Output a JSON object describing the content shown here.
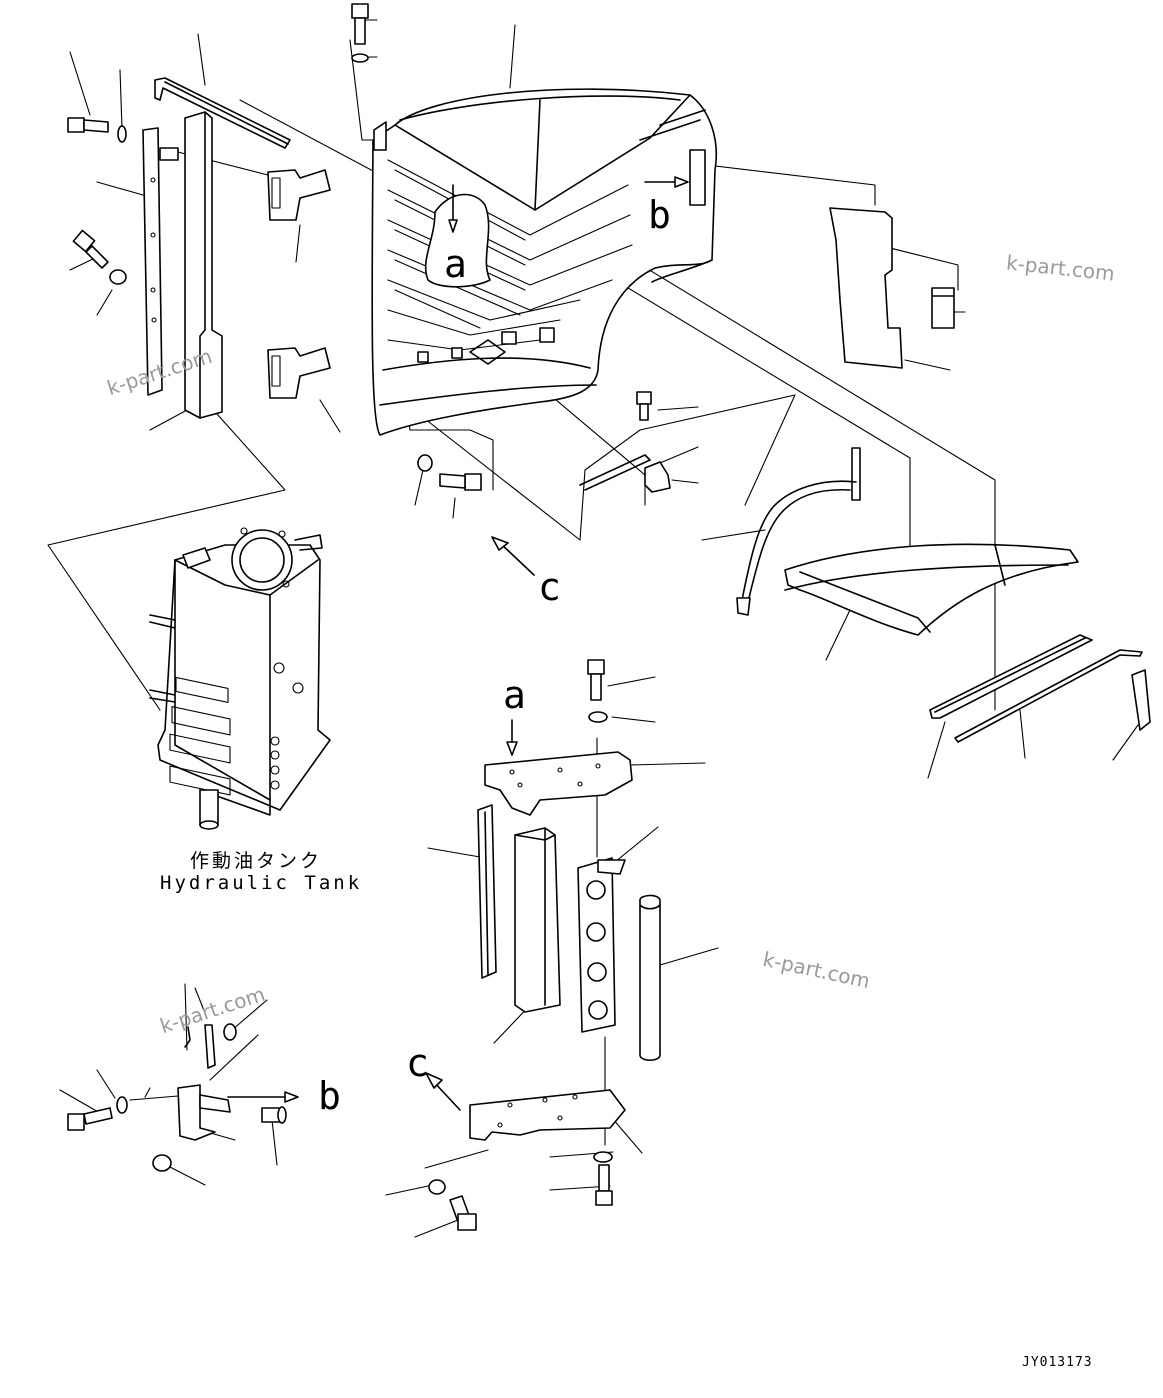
{
  "diagram": {
    "ref_marks": {
      "a": "a",
      "b": "b",
      "c": "c"
    },
    "caption_jp": "作動油タンク",
    "caption_en": "Hydraulic Tank",
    "watermark": "k-part.com",
    "drawing_code": "JY013173",
    "line_color": "#000000",
    "background_color": "#ffffff"
  }
}
